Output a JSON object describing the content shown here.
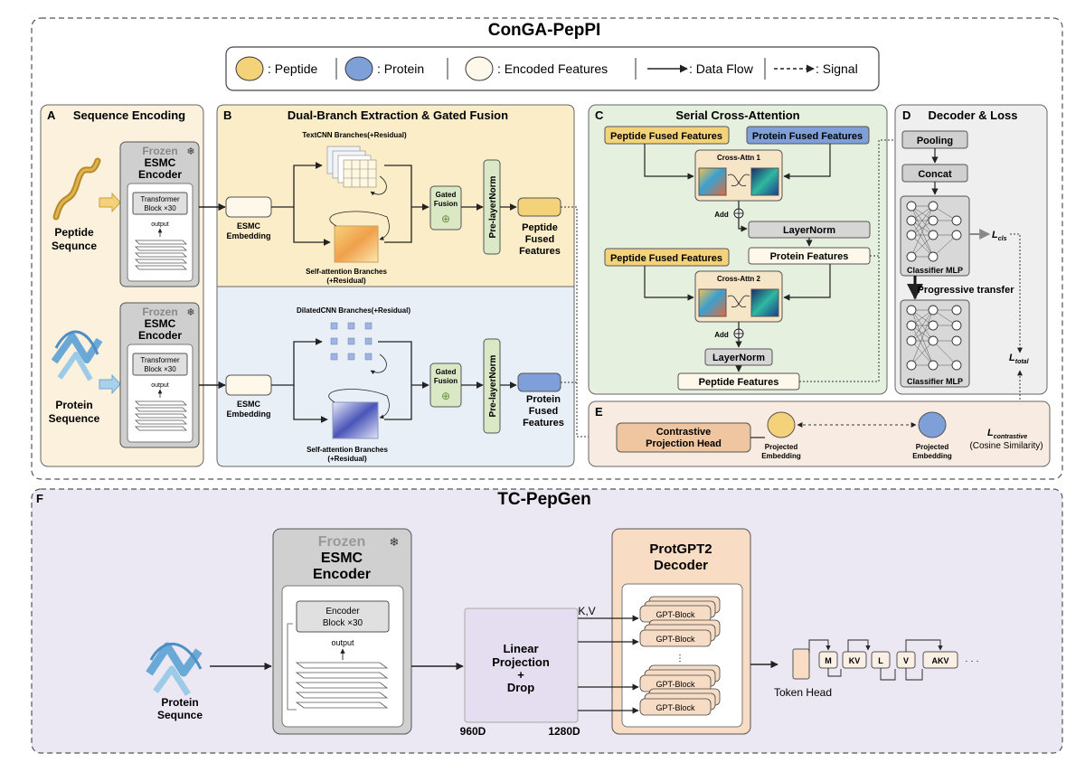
{
  "top": {
    "title": "ConGA-PepPI",
    "legend": {
      "peptide": ": Peptide",
      "protein": ": Protein",
      "encoded": ": Encoded Features",
      "dataflow": ": Data Flow",
      "signal": ": Signal"
    }
  },
  "panelA": {
    "letter": "A",
    "title": "Sequence Encoding",
    "peptide_label_1": "Peptide",
    "peptide_label_2": "Sequnce",
    "protein_label_1": "Protein",
    "protein_label_2": "Sequence",
    "frozen": "Frozen",
    "encoder_1": "ESMC",
    "encoder_2": "Encoder",
    "block_1": "Transformer",
    "block_2": "Block ×30",
    "output": "output"
  },
  "panelB": {
    "letter": "B",
    "title": "Dual-Branch Extraction & Gated Fusion",
    "textcnn": "TextCNN Branches(+Residual)",
    "dilated": "DilatedCNN Branches(+Residual)",
    "selfattn_1": "Self-attention Branches",
    "selfattn_2": "(+Residual)",
    "esmc_1": "ESMC",
    "esmc_2": "Embedding",
    "gated_1": "Gated",
    "gated_2": "Fusion",
    "prelayernorm": "Pre-layerNorm",
    "pep_out_1": "Peptide",
    "pep_out_2": "Fused",
    "pep_out_3": "Features",
    "prot_out_1": "Protein",
    "prot_out_2": "Fused",
    "prot_out_3": "Features"
  },
  "panelC": {
    "letter": "C",
    "title": "Serial Cross-Attention",
    "pep_fused": "Peptide Fused Features",
    "prot_fused": "Protein Fused Features",
    "cross1": "Cross-Attn 1",
    "cross2": "Cross-Attn 2",
    "add": "Add",
    "layernorm": "LayerNorm",
    "prot_features": "Protein Features",
    "pep_features": "Peptide Features"
  },
  "panelD": {
    "letter": "D",
    "title": "Decoder & Loss",
    "pooling": "Pooling",
    "concat": "Concat",
    "classifier": "Classifier MLP",
    "progressive": "Progressive transfer",
    "lcls_main": "L",
    "lcls_sub": "cls",
    "ltotal_main": "L",
    "ltotal_sub": "total"
  },
  "panelE": {
    "letter": "E",
    "head_1": "Contrastive",
    "head_2": "Projection Head",
    "proj_1": "Projected",
    "proj_2": "Embedding",
    "lcon_main": "L",
    "lcon_sub": "contrastive",
    "cosine": "(Cosine Similarity)"
  },
  "panelF": {
    "letter": "F",
    "title": "TC-PepGen",
    "frozen": "Frozen",
    "encoder_1": "ESMC",
    "encoder_2": "Encoder",
    "block_1": "Encoder",
    "block_2": "Block ×30",
    "output": "output",
    "protein_1": "Protein",
    "protein_2": "Sequnce",
    "linear_1": "Linear",
    "linear_2": "Projection",
    "linear_3": "+",
    "linear_4": "Drop",
    "dim_in": "960D",
    "dim_out": "1280D",
    "kv": "K,V",
    "decoder_1": "ProtGPT2",
    "decoder_2": "Decoder",
    "gpt_block": "GPT-Block",
    "token_head": "Token Head",
    "tokens": [
      "M",
      "KV",
      "L",
      "V",
      "AKV"
    ],
    "ellipsis": "· · ·"
  },
  "colors": {
    "peptide": "#f3d27a",
    "protein": "#7f9fd8",
    "encoded": "#fdf8ea",
    "panelA": "#fbf1dc",
    "panelB_top": "#fbedc7",
    "panelB_bottom": "#e9eff7",
    "panelC": "#e6f0df",
    "panelD": "#efefef",
    "panelE": "#f8ece2",
    "panelF": "#ebe8f3",
    "linear": "#e4def0",
    "decoder": "#f8dcc3"
  }
}
